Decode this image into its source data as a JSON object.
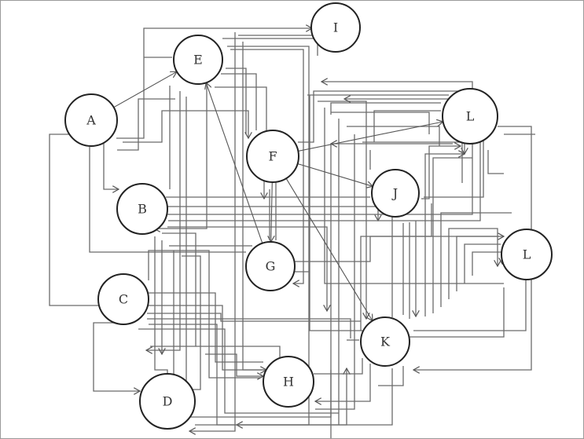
{
  "diagram": {
    "colors": {
      "edge": "#6b6b6b",
      "node_stroke": "#222222",
      "label": "#333333",
      "frame": "#9a9a9a"
    },
    "nodes": [
      {
        "id": "A",
        "label": "A"
      },
      {
        "id": "B",
        "label": "B"
      },
      {
        "id": "C",
        "label": "C"
      },
      {
        "id": "D",
        "label": "D"
      },
      {
        "id": "E",
        "label": "E"
      },
      {
        "id": "F",
        "label": "F"
      },
      {
        "id": "G",
        "label": "G"
      },
      {
        "id": "H",
        "label": "H"
      },
      {
        "id": "I",
        "label": "I"
      },
      {
        "id": "J",
        "label": "J"
      },
      {
        "id": "K",
        "label": "K"
      },
      {
        "id": "L1",
        "label": "L"
      },
      {
        "id": "L2",
        "label": "L"
      }
    ],
    "diagonal_edges": [
      {
        "from": "A",
        "to": "E"
      },
      {
        "from": "F",
        "to": "L1"
      },
      {
        "from": "F",
        "to": "J"
      },
      {
        "from": "F",
        "to": "K"
      },
      {
        "from": "G",
        "to": "E"
      },
      {
        "from": "F",
        "to": "G"
      }
    ]
  }
}
